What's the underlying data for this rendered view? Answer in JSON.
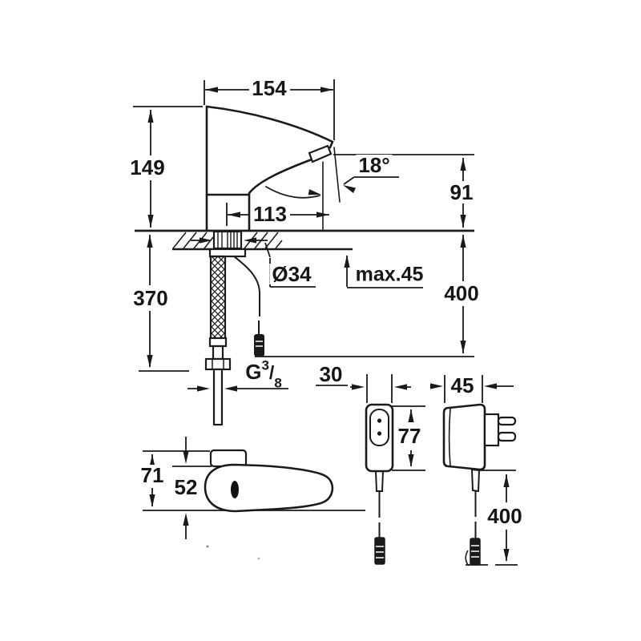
{
  "labels": {
    "spout_width": "154",
    "height_above_deck": "149",
    "spray_angle": "18°",
    "outlet_to_deck": "91",
    "spout_reach": "113",
    "hole_diameter": "Ø34",
    "max_deck_thickness": "max.45",
    "supply_hose_length": "370",
    "under_deck_clearance": "400",
    "thread": {
      "prefix": "G",
      "sup": "3",
      "slash": "/",
      "sub": "8"
    },
    "psu_front_width": "30",
    "psu_side_width": "45",
    "psu_height": "77",
    "plan_height_total": "71",
    "plan_body_height": "52",
    "psu_cable_length": "400"
  },
  "colors": {
    "line": "#1a1a1a",
    "background": "#ffffff"
  }
}
